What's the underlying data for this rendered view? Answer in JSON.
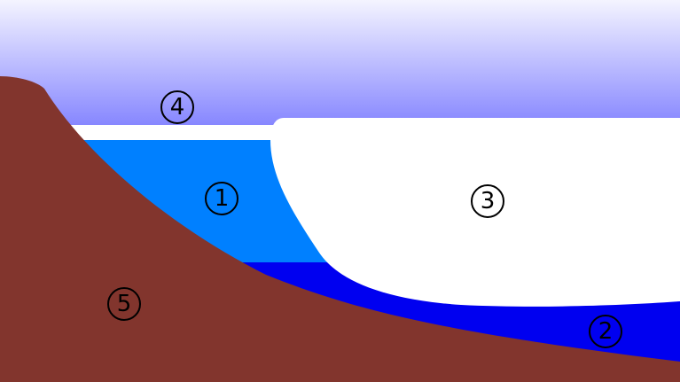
{
  "colors": {
    "sky_top": "#f4f4ff",
    "sky_bottom": "#8080ff",
    "ice_surface": "#ffffff",
    "upper_water": "#0080ff",
    "deep_water": "#0000f0",
    "ice_shelf": "#ffffff",
    "bedrock": "#82352d",
    "label_dark": "#000000"
  },
  "labels": {
    "upper_water": "1",
    "deep_water": "2",
    "ice_shelf": "3",
    "surface_ice": "4",
    "bedrock": "5"
  }
}
